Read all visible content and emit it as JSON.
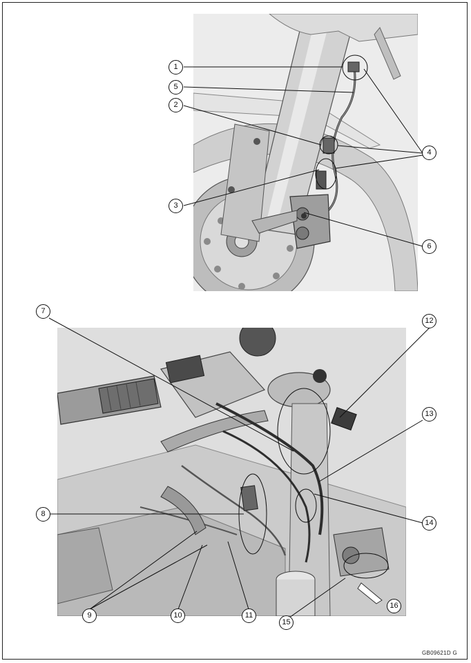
{
  "figure_code": "GB09621D  G",
  "callouts": [
    "1",
    "2",
    "3",
    "4",
    "5",
    "6",
    "7",
    "8",
    "9",
    "10",
    "11",
    "12",
    "13",
    "14",
    "15",
    "16"
  ],
  "colors": {
    "line": "#111111",
    "metal_light": "#d6d6d6",
    "metal_mid": "#a9a9a9",
    "metal_dark": "#5a5a5a",
    "paper": "#ffffff"
  }
}
